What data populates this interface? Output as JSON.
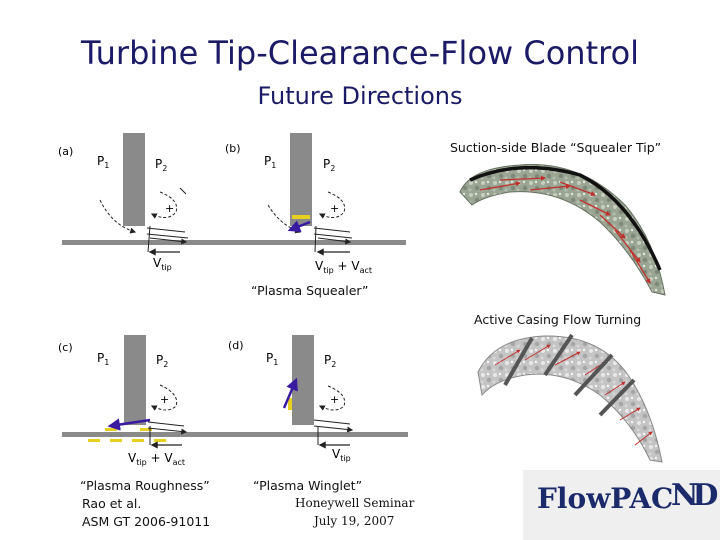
{
  "title": "Turbine Tip-Clearance-Flow Control",
  "subtitle": "Future Directions",
  "labels": {
    "squealer_tip": "Suction-side Blade “Squealer Tip”",
    "plasma_squealer": "“Plasma Squealer”",
    "casing_turning": "Active Casing Flow Turning",
    "plasma_roughness": "“Plasma Roughness”",
    "rao": "Rao et al.",
    "asm": "ASM GT 2006-91011",
    "plasma_winglet": "“Plasma Winglet”",
    "seminar": "Honeywell Seminar",
    "date": "July 19, 2007"
  },
  "panels": {
    "a": {
      "tag": "(a)",
      "p1": "P",
      "p2": "P",
      "sub1": "1",
      "sub2": "2",
      "v": "V",
      "vsub": "tip",
      "plus": "+",
      "minus": "-",
      "v2": "",
      "v2sub": ""
    },
    "b": {
      "tag": "(b)",
      "p1": "P",
      "p2": "P",
      "sub1": "1",
      "sub2": "2",
      "v": "V",
      "vsub": "tip",
      "plus": "+",
      "minus": "-",
      "v2": " + V",
      "v2sub": "act"
    },
    "c": {
      "tag": "(c)",
      "p1": "P",
      "p2": "P",
      "sub1": "1",
      "sub2": "2",
      "v": "V",
      "vsub": "tip",
      "plus": "+",
      "minus": "-",
      "v2": " + V",
      "v2sub": "act"
    },
    "d": {
      "tag": "(d)",
      "p1": "P",
      "p2": "P",
      "sub1": "1",
      "sub2": "2",
      "v": "V",
      "vsub": "tip",
      "plus": "+",
      "minus": "-",
      "v2": "",
      "v2sub": ""
    }
  },
  "logo": {
    "text": "Flow",
    "bold": "PAC",
    "mark": "ND"
  },
  "colors": {
    "title": "#1a1a66",
    "actuator": "#e8d020",
    "arrow": "#3a1aa0",
    "blade_stripes": "#c0302a"
  }
}
